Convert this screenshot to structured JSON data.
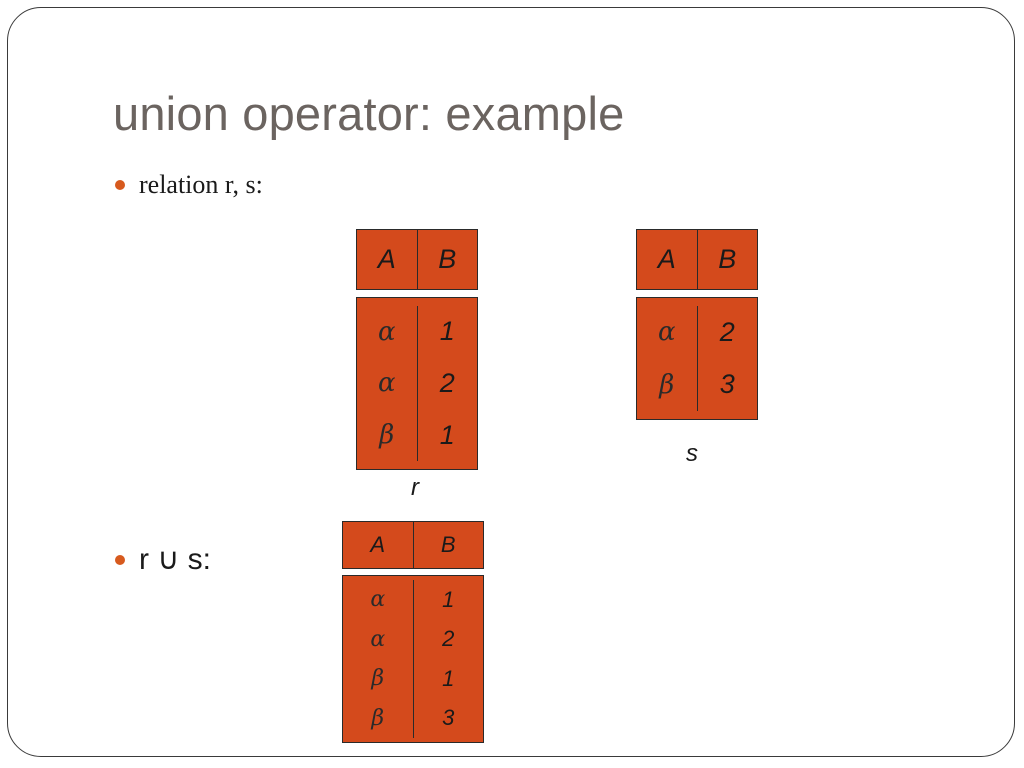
{
  "slide": {
    "title": "union operator: example",
    "bullet1": "relation r, s:",
    "bullet2": "r ∪ s:"
  },
  "colors": {
    "accent": "#d75a1e",
    "table_fill": "#d44a1c"
  },
  "relations": {
    "r": {
      "caption": "r",
      "headers": [
        "A",
        "B"
      ],
      "rows": [
        [
          "α",
          "1"
        ],
        [
          "α",
          "2"
        ],
        [
          "β",
          "1"
        ]
      ]
    },
    "s": {
      "caption": "s",
      "headers": [
        "A",
        "B"
      ],
      "rows": [
        [
          "α",
          "2"
        ],
        [
          "β",
          "3"
        ]
      ]
    },
    "union": {
      "headers": [
        "A",
        "B"
      ],
      "rows": [
        [
          "α",
          "1"
        ],
        [
          "α",
          "2"
        ],
        [
          "β",
          "1"
        ],
        [
          "β",
          "3"
        ]
      ]
    }
  }
}
